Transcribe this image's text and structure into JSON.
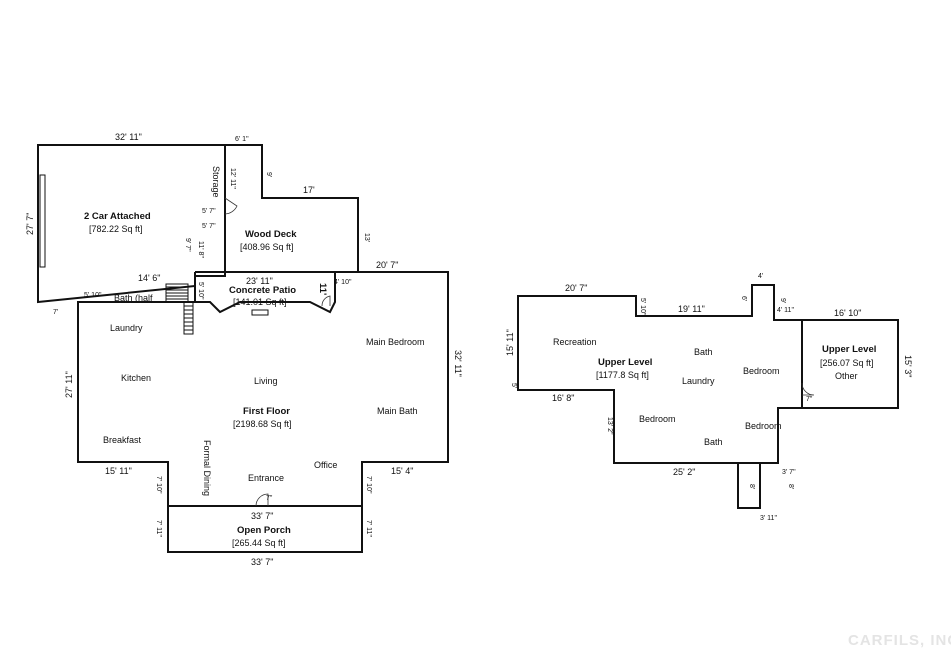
{
  "watermark": "CARFILS, INC",
  "areas": {
    "garage": {
      "name": "2 Car Attached",
      "sqft": "[782.22 Sq ft]"
    },
    "deck": {
      "name": "Wood Deck",
      "sqft": "[408.96 Sq ft]"
    },
    "patio": {
      "name": "Concrete Patio",
      "sqft": "[141.01 Sq ft]"
    },
    "first_floor": {
      "name": "First Floor",
      "sqft": "[2198.68 Sq ft]"
    },
    "porch": {
      "name": "Open Porch",
      "sqft": "[265.44 Sq ft]"
    },
    "upper_main": {
      "name": "Upper Level",
      "sqft": "[1177.8 Sq ft]"
    },
    "upper_side": {
      "name": "Upper Level",
      "sqft": "[256.07 Sq ft]"
    }
  },
  "rooms": {
    "storage": "Storage",
    "bath_half": "Bath (half",
    "laundry": "Laundry",
    "kitchen": "Kitchen",
    "living": "Living",
    "main_bedroom": "Main Bedroom",
    "main_bath": "Main Bath",
    "breakfast": "Breakfast",
    "formal_dining": "Formal Dining",
    "entrance": "Entrance",
    "office": "Office",
    "recreation": "Recreation",
    "upper_bath_1": "Bath",
    "upper_laundry": "Laundry",
    "upper_bedroom_1": "Bedroom",
    "upper_bedroom_2": "Bedroom",
    "upper_bedroom_3": "Bedroom",
    "upper_bath_2": "Bath",
    "other": "Other"
  },
  "dims": {
    "garage_top": "32' 11\"",
    "garage_left": "27' 7\"",
    "garage_bottom_left": "7'",
    "storage_top": "6' 1\"",
    "storage_side": "12' 11\"",
    "storage_w1": "5' 7\"",
    "storage_w2": "5' 7\"",
    "storage_h": "9' 7\"",
    "deck_step": "9'",
    "deck_top": "17'",
    "deck_right": "13'",
    "deck_left": "11' 8\"",
    "patio_top": "23' 11\"",
    "patio_left": "5' 10\"",
    "patio_right": "11'",
    "patio_r2": "4' 10\"",
    "stair_top": "14' 6\"",
    "stair_w": "5' 10\"",
    "ff_top": "20' 7\"",
    "ff_left": "27' 11\"",
    "ff_right": "32' 11\"",
    "ff_bot_left": "15' 11\"",
    "ff_bot_right": "15' 4\"",
    "entry_left": "7' 10\"",
    "entry_right": "7' 10\"",
    "entry_top": "33' 7\"",
    "entry_door": "7\"",
    "porch_left": "7' 11\"",
    "porch_right": "7' 11\"",
    "porch_bottom": "33' 7\"",
    "up_top_left": "20' 7\"",
    "up_left": "15' 11\"",
    "up_step": "5' 10\"",
    "up_top_mid": "19' 11\"",
    "up_notch_left": "6'",
    "up_notch_top": "4'",
    "up_notch_right": "9'",
    "up_notch_out": "4' 11\"",
    "up_side_top": "16' 10\"",
    "up_side_right": "15' 3\"",
    "up_left_small": "5'",
    "up_bot_left": "16' 8\"",
    "up_inner_left": "13' 2\"",
    "up_bottom": "25' 2\"",
    "up_door": "7\"",
    "up_br_top": "3' 7\"",
    "up_br_right": "8'",
    "up_br_left": "8'",
    "up_br_bottom": "3' 11\""
  }
}
